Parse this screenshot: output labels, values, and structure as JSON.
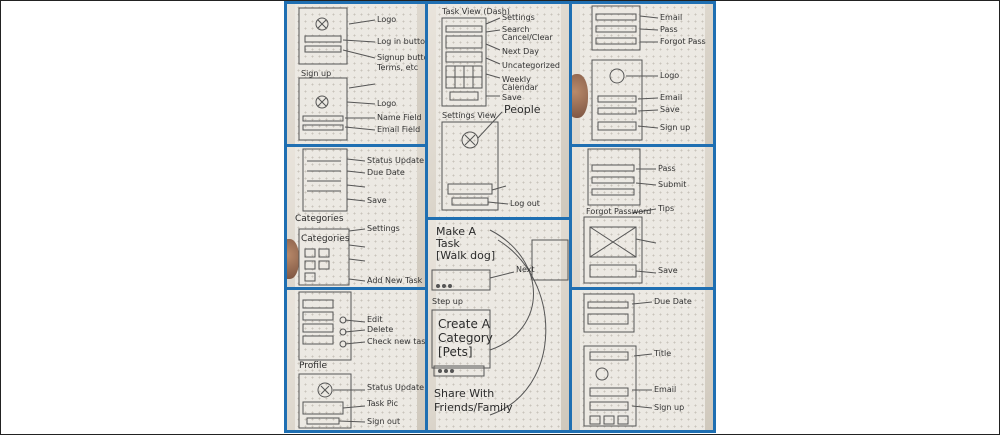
{
  "collage": {
    "border_color": "#1f6fb2",
    "paper_color": "#ece9e3",
    "tiles": [
      {
        "id": "login-signup",
        "labels": [
          "Logo",
          "Log in button",
          "Signup button",
          "Terms, etc",
          "Sign up",
          "Logo",
          "Name Field",
          "Email Field"
        ]
      },
      {
        "id": "task-view-settings",
        "labels": [
          "Task View (Dash)",
          "Settings",
          "Search",
          "Cancel/Clear",
          "Next Day",
          "Uncategorized",
          "Weekly",
          "Calendar",
          "Save",
          "Settings View",
          "People",
          "Log out"
        ]
      },
      {
        "id": "password-reset",
        "labels": [
          "Email",
          "Pass",
          "Forgot Pass",
          "Logo",
          "Email",
          "Save",
          "Sign up"
        ]
      },
      {
        "id": "categories",
        "labels": [
          "Status Update",
          "Due Date",
          "Save",
          "Categories",
          "Settings",
          "Categories",
          "Add New Task"
        ]
      },
      {
        "id": "make-task",
        "labels": [
          "Make A",
          "Task",
          "[Walk dog]",
          "Next",
          "Step up",
          "Create A",
          "Category",
          "[Pets]",
          "Share With",
          "Friends/Family"
        ]
      },
      {
        "id": "forgot-password",
        "labels": [
          "Pass",
          "Submit",
          "Forgot Password",
          "Tips",
          "Save"
        ]
      },
      {
        "id": "task-list-profile",
        "labels": [
          "Edit",
          "Delete",
          "Check new task",
          "Profile",
          "Status Update",
          "Task Pic",
          "Sign out"
        ]
      },
      {
        "id": "date-picker",
        "labels": [
          "Due Date",
          "Title",
          "Email",
          "Sign up"
        ]
      }
    ]
  }
}
